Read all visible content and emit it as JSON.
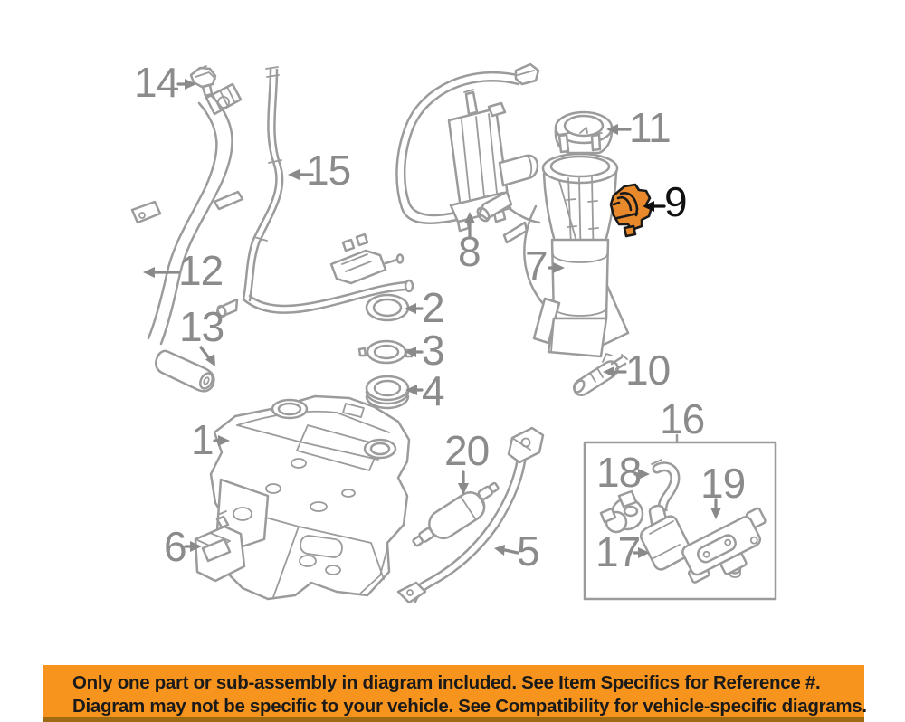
{
  "diagram": {
    "type": "exploded-parts-diagram",
    "subject": "Fuel tank and fuel pump assembly parts diagram",
    "highlighted_part": "9",
    "colors": {
      "background": "#ffffff",
      "line_gray": "#9b9b9b",
      "label_gray": "#8b8b8b",
      "highlight_orange": "#e8892b",
      "highlight_outline": "#1a1a1a",
      "banner_orange": "#f7941e",
      "banner_text": "#1a1a1a"
    },
    "parts": [
      {
        "label": "1",
        "highlighted": false
      },
      {
        "label": "2",
        "highlighted": false
      },
      {
        "label": "3",
        "highlighted": false
      },
      {
        "label": "4",
        "highlighted": false
      },
      {
        "label": "5",
        "highlighted": false
      },
      {
        "label": "6",
        "highlighted": false
      },
      {
        "label": "7",
        "highlighted": false
      },
      {
        "label": "8",
        "highlighted": false
      },
      {
        "label": "9",
        "highlighted": true
      },
      {
        "label": "10",
        "highlighted": false
      },
      {
        "label": "11",
        "highlighted": false
      },
      {
        "label": "12",
        "highlighted": false
      },
      {
        "label": "13",
        "highlighted": false
      },
      {
        "label": "14",
        "highlighted": false
      },
      {
        "label": "15",
        "highlighted": false
      },
      {
        "label": "16",
        "highlighted": false
      },
      {
        "label": "17",
        "highlighted": false
      },
      {
        "label": "18",
        "highlighted": false
      },
      {
        "label": "19",
        "highlighted": false
      },
      {
        "label": "20",
        "highlighted": false
      }
    ]
  },
  "banner": {
    "line1": "Only one part or sub-assembly in diagram included. See Item Specifics for Reference #.",
    "line2": "Diagram may not be specific to your vehicle. See Compatibility for vehicle-specific diagrams."
  }
}
